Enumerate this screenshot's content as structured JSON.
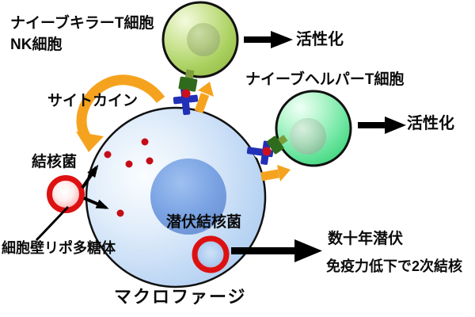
{
  "diagram": {
    "labels": {
      "naive_killer_t_cell": "ナイーブキラーT細胞",
      "nk_cell": "NK細胞",
      "activation_nk": "活性化",
      "naive_helper_t_cell": "ナイーブヘルパーT細胞",
      "activation_helper": "活性化",
      "cytokine": "サイトカイン",
      "tb_bacteria": "結核菌",
      "cell_wall_lps": "細胞壁リポ多糖体",
      "latent_tb": "潜伏結核菌",
      "latent_decades": "数十年潜伏",
      "secondary_tb": "免疫力低下で2次結核",
      "macrophage": "マクロファージ"
    },
    "icons": {
      "macrophage_cell": "large-blue-cell-icon",
      "macrophage_nucleus": "blue-nucleus-icon",
      "nk_cell": "green-cell-icon",
      "helper_t_cell": "green-cell-icon",
      "tb_bacteria": "red-ring-bacterium-icon",
      "latent_tb_bacteria": "red-ring-bacterium-icon",
      "digested_fragments": "red-dot-icon",
      "receptor": "blue-cross-receptor-icon",
      "antigen_ligand": "green-flask-icon",
      "cytokine_flow": "orange-curved-arrow-icon",
      "activation_arrows": "black-arrow-icon"
    },
    "colors": {
      "background": "#ffffff",
      "macrophage_fill": "#bdd7f5",
      "macrophage_nucleus": "#7aa3e3",
      "nk_cell_fill": "#b9dc79",
      "nk_cell_nucleus": "#aec886",
      "helper_cell_fill": "#63e096",
      "helper_cell_nucleus": "#a5d6b6",
      "bacteria_ring_red": "#dd1111",
      "bacteria_dot_red": "#c40d18",
      "cytokine_orange": "#f5a31e",
      "receptor_blue": "#2230b8",
      "ligand_green": "#2f6b1c",
      "arrow_black": "#000000",
      "outline_black": "#111111"
    }
  }
}
